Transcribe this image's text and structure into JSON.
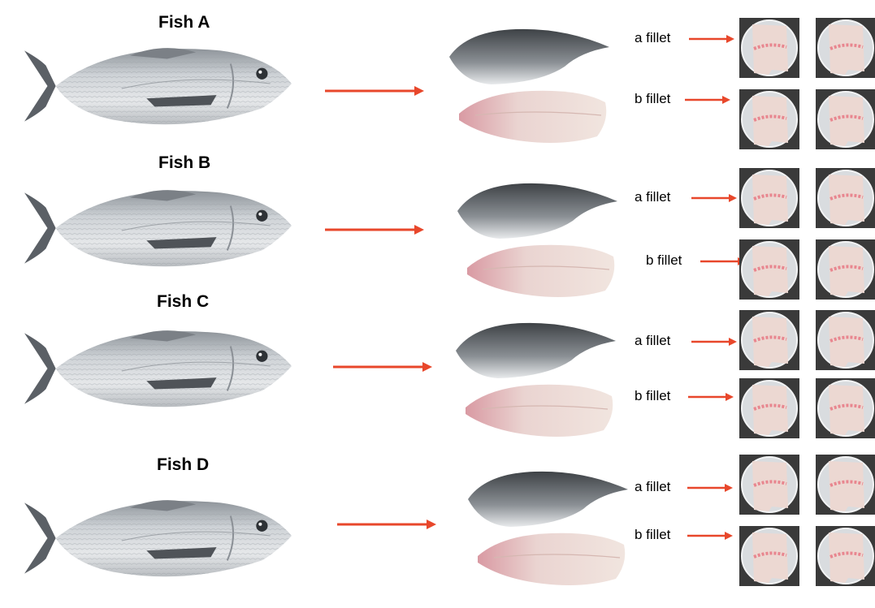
{
  "rows": [
    {
      "fish_label": "Fish A",
      "a_label": "a fillet",
      "b_label": "b fillet"
    },
    {
      "fish_label": "Fish B",
      "a_label": "a fillet",
      "b_label": "b fillet"
    },
    {
      "fish_label": "Fish C",
      "a_label": "a fillet",
      "b_label": "b fillet"
    },
    {
      "fish_label": "Fish D",
      "a_label": "a fillet",
      "b_label": "b fillet"
    }
  ],
  "colors": {
    "arrow": "#e8472b",
    "fish_body": "#c9ccd0",
    "fish_dark": "#5f6368",
    "fillet_skin": "#6d7277",
    "fillet_flesh": "#e9d3cf",
    "dish_bg": "#3a3a3a"
  }
}
